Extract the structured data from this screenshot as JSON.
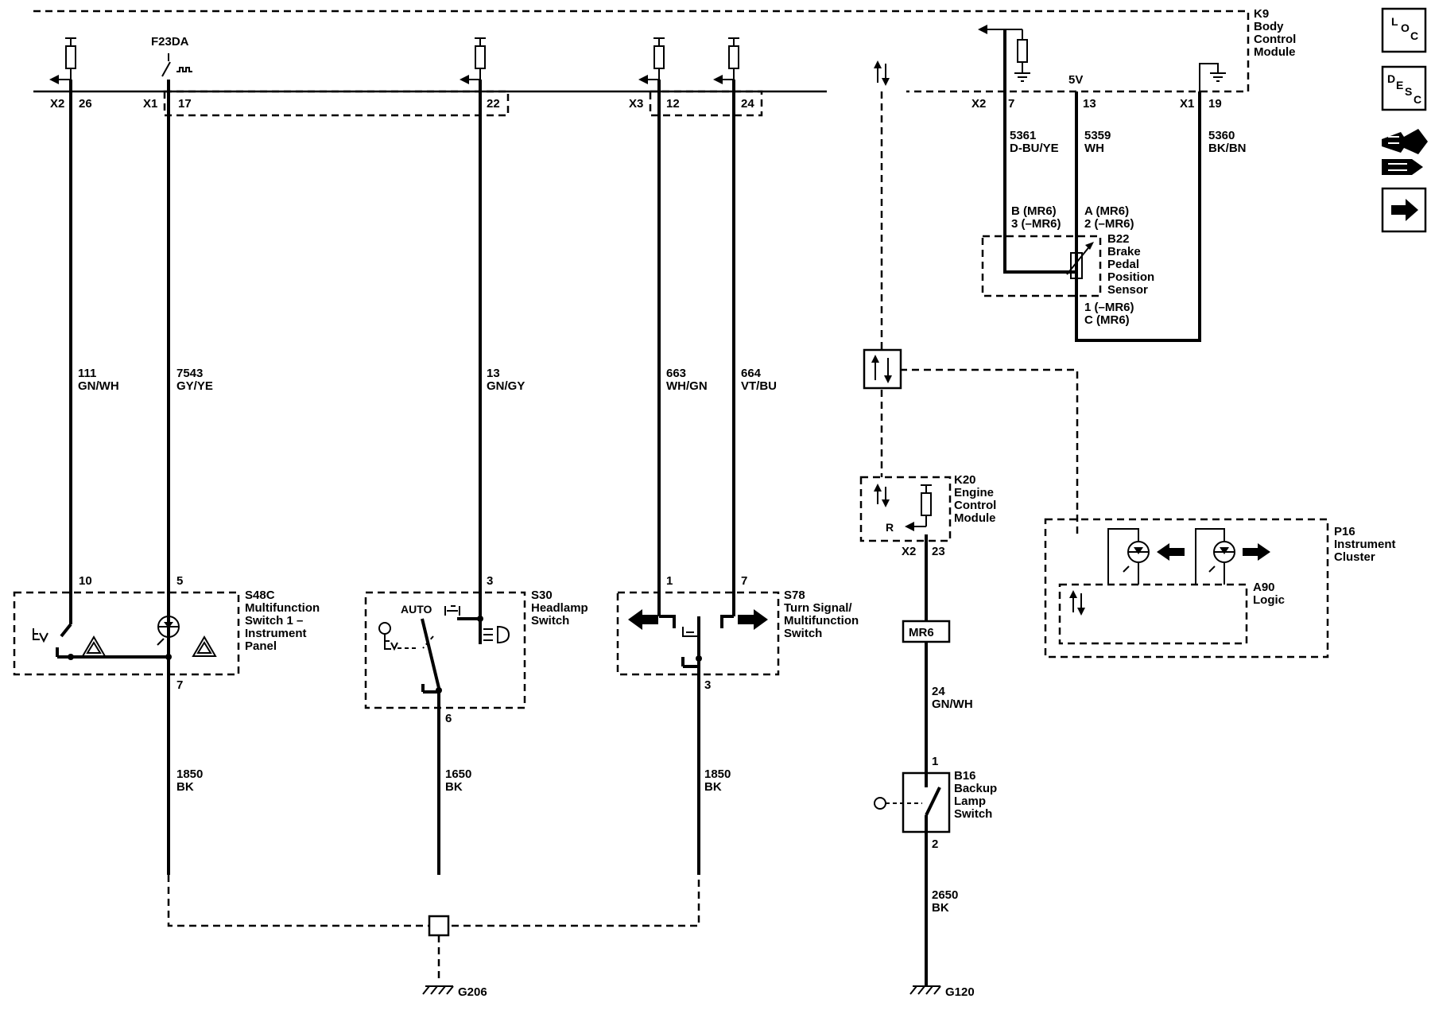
{
  "modules": {
    "k9": [
      "K9",
      "Body",
      "Control",
      "Module"
    ],
    "k20": [
      "K20",
      "Engine",
      "Control",
      "Module"
    ],
    "p16": [
      "P16",
      "Instrument",
      "Cluster"
    ],
    "a90": [
      "A90",
      "Logic"
    ],
    "s48c": [
      "S48C",
      "Multifunction",
      "Switch 1 –",
      "Instrument",
      "Panel"
    ],
    "s30": [
      "S30",
      "Headlamp",
      "Switch"
    ],
    "s78": [
      "S78",
      "Turn Signal/",
      "Multifunction",
      "Switch"
    ],
    "b22": [
      "B22",
      "Brake",
      "Pedal",
      "Position",
      "Sensor"
    ],
    "b16": [
      "B16",
      "Backup",
      "Lamp",
      "Switch"
    ]
  },
  "bcm_connectors": [
    "X2",
    "X1",
    "X3",
    "X2",
    "X1",
    "X2"
  ],
  "bcm_pins": [
    "26",
    "17",
    "22",
    "12",
    "24",
    "7",
    "13",
    "19",
    "23"
  ],
  "fuse_label": "F23DA",
  "supply_5v": "5V",
  "wires": [
    {
      "num": "111",
      "color": "GN/WH"
    },
    {
      "num": "7543",
      "color": "GY/YE"
    },
    {
      "num": "13",
      "color": "GN/GY"
    },
    {
      "num": "663",
      "color": "WH/GN"
    },
    {
      "num": "664",
      "color": "VT/BU"
    },
    {
      "num": "5361",
      "color": "D-BU/YE"
    },
    {
      "num": "5359",
      "color": "WH"
    },
    {
      "num": "5360",
      "color": "BK/BN"
    },
    {
      "num": "1850",
      "color": "BK"
    },
    {
      "num": "1650",
      "color": "BK"
    },
    {
      "num": "1850",
      "color": "BK"
    },
    {
      "num": "24",
      "color": "GN/WH"
    },
    {
      "num": "2650",
      "color": "BK"
    }
  ],
  "device_pins": [
    "10",
    "5",
    "7",
    "3",
    "6",
    "1",
    "7",
    "3",
    "1",
    "2"
  ],
  "sensor_pins": [
    "B (MR6)",
    "3 (–MR6)",
    "A (MR6)",
    "2 (–MR6)",
    "1 (–MR6)",
    "C (MR6)"
  ],
  "ecm_r": "R",
  "option_code": "MR6",
  "headlamp_auto": "AUTO",
  "grounds": [
    "G206",
    "G120"
  ],
  "nav_icons": [
    {
      "name": "loc-icon",
      "letters": [
        "L",
        "O",
        "C"
      ]
    },
    {
      "name": "desc-icon",
      "letters": [
        "D",
        "E",
        "S",
        "C"
      ]
    },
    {
      "name": "connector-tool-icon"
    },
    {
      "name": "next-arrow-icon"
    }
  ]
}
